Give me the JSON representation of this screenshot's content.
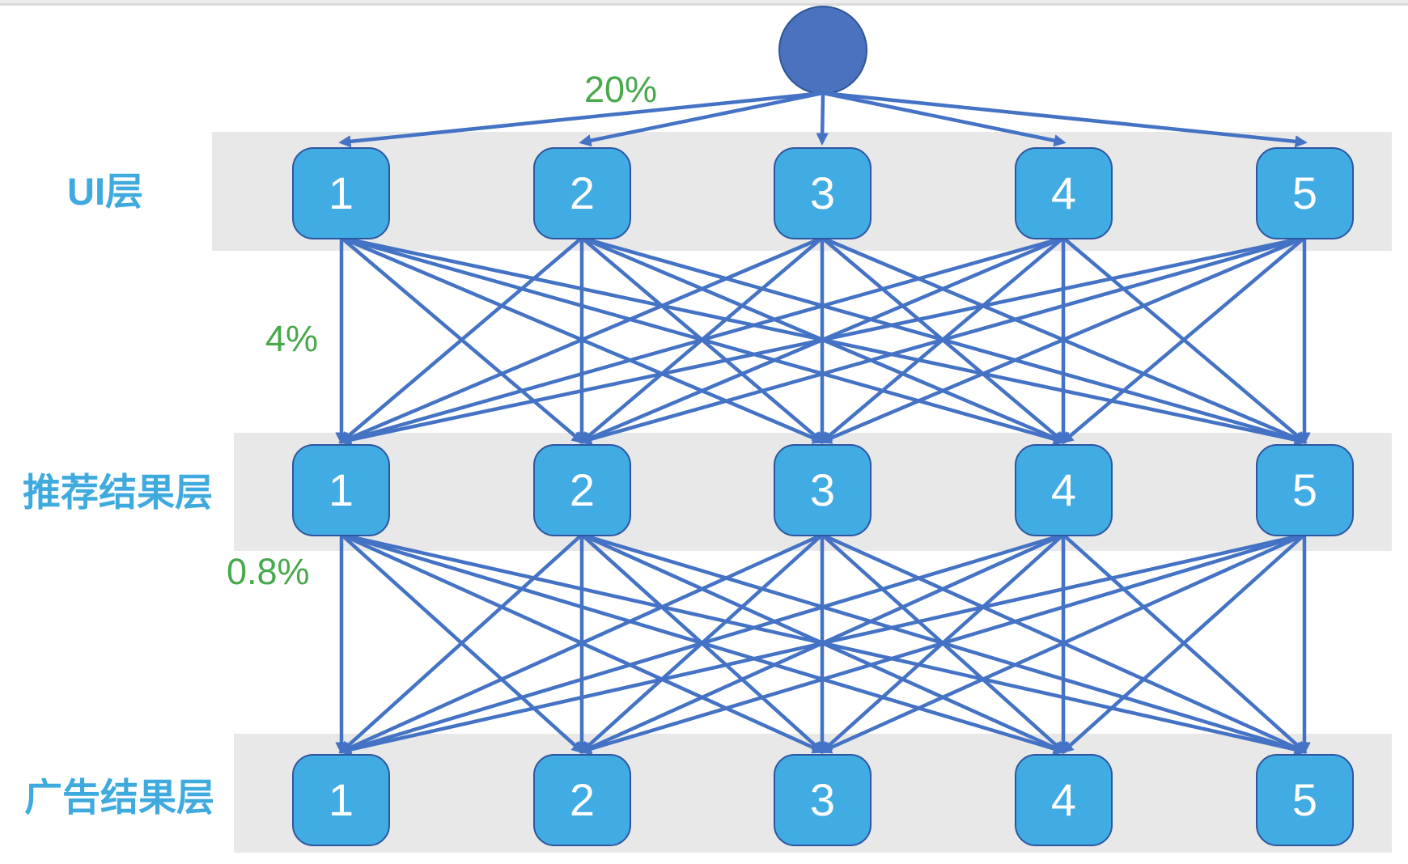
{
  "colors": {
    "arrow_blue": "#4472c4",
    "circle_fill": "#4a72be",
    "circle_border": "#2f5597",
    "node_fill": "#41abe3",
    "node_border": "#2e56a0",
    "band_gray": "#e8e8e8",
    "layer_label_blue": "#3faade",
    "rate_green": "#48a94c",
    "node_text_color": "#ffffff"
  },
  "root": {
    "shape": "circle"
  },
  "layers": [
    {
      "label": "UI层",
      "rate": "20%",
      "nodes": [
        "1",
        "2",
        "3",
        "4",
        "5"
      ]
    },
    {
      "label": "推荐结果层",
      "rate": "4%",
      "nodes": [
        "1",
        "2",
        "3",
        "4",
        "5"
      ]
    },
    {
      "label": "广告结果层",
      "rate": "0.8%",
      "nodes": [
        "1",
        "2",
        "3",
        "4",
        "5"
      ]
    }
  ]
}
